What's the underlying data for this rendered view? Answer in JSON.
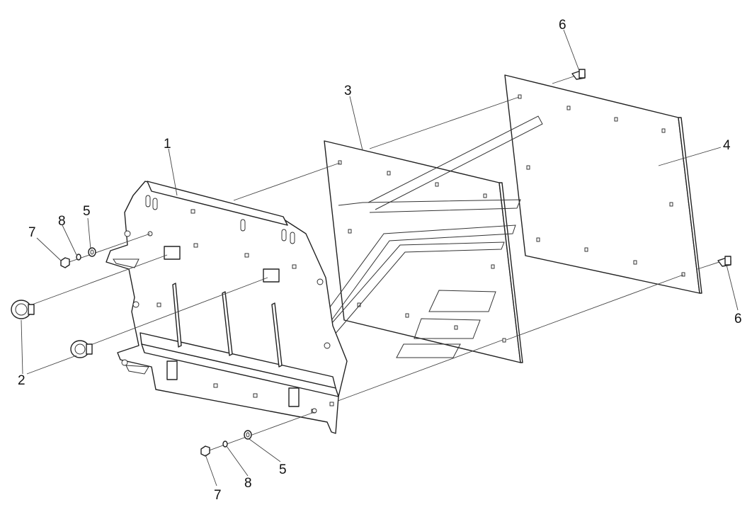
{
  "callouts": {
    "plate": "1",
    "plug": "2",
    "panel_middle": "3",
    "panel_back": "4",
    "washer_top": "5",
    "washer_bottom": "5",
    "bolt_top": "6",
    "bolt_right": "6",
    "nut_top": "7",
    "nut_bottom": "7",
    "lockwasher_top": "8",
    "lockwasher_bottom": "8"
  }
}
